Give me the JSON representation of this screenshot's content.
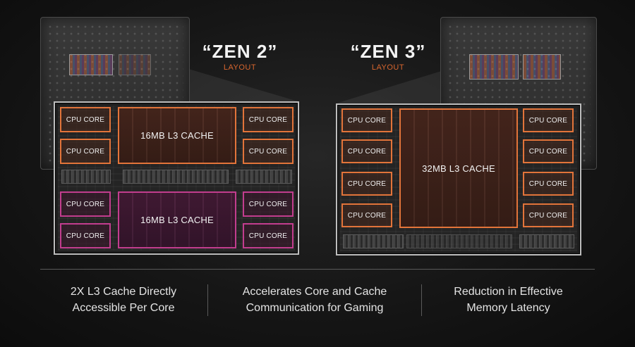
{
  "zen2": {
    "title": "“ZEN 2”",
    "subtitle": "LAYOUT",
    "top_ccx": {
      "cores": [
        "CPU CORE",
        "CPU CORE",
        "CPU CORE",
        "CPU CORE"
      ],
      "cache": "16MB L3 CACHE",
      "color": "#e2743a"
    },
    "bottom_ccx": {
      "cores": [
        "CPU CORE",
        "CPU CORE",
        "CPU CORE",
        "CPU CORE"
      ],
      "cache": "16MB L3 CACHE",
      "color": "#c23d8e"
    }
  },
  "zen3": {
    "title": "“ZEN 3”",
    "subtitle": "LAYOUT",
    "cores": [
      "CPU CORE",
      "CPU CORE",
      "CPU CORE",
      "CPU CORE",
      "CPU CORE",
      "CPU CORE",
      "CPU CORE",
      "CPU CORE"
    ],
    "cache": "32MB L3 CACHE",
    "color": "#e2743a"
  },
  "captions": [
    "2X L3 Cache Directly\nAccessible Per Core",
    "Accelerates Core and Cache\nCommunication for Gaming",
    "Reduction in Effective\nMemory Latency"
  ],
  "colors": {
    "accent_orange": "#e2743a",
    "accent_magenta": "#c23d8e",
    "subtitle_orange": "#d8662e"
  }
}
